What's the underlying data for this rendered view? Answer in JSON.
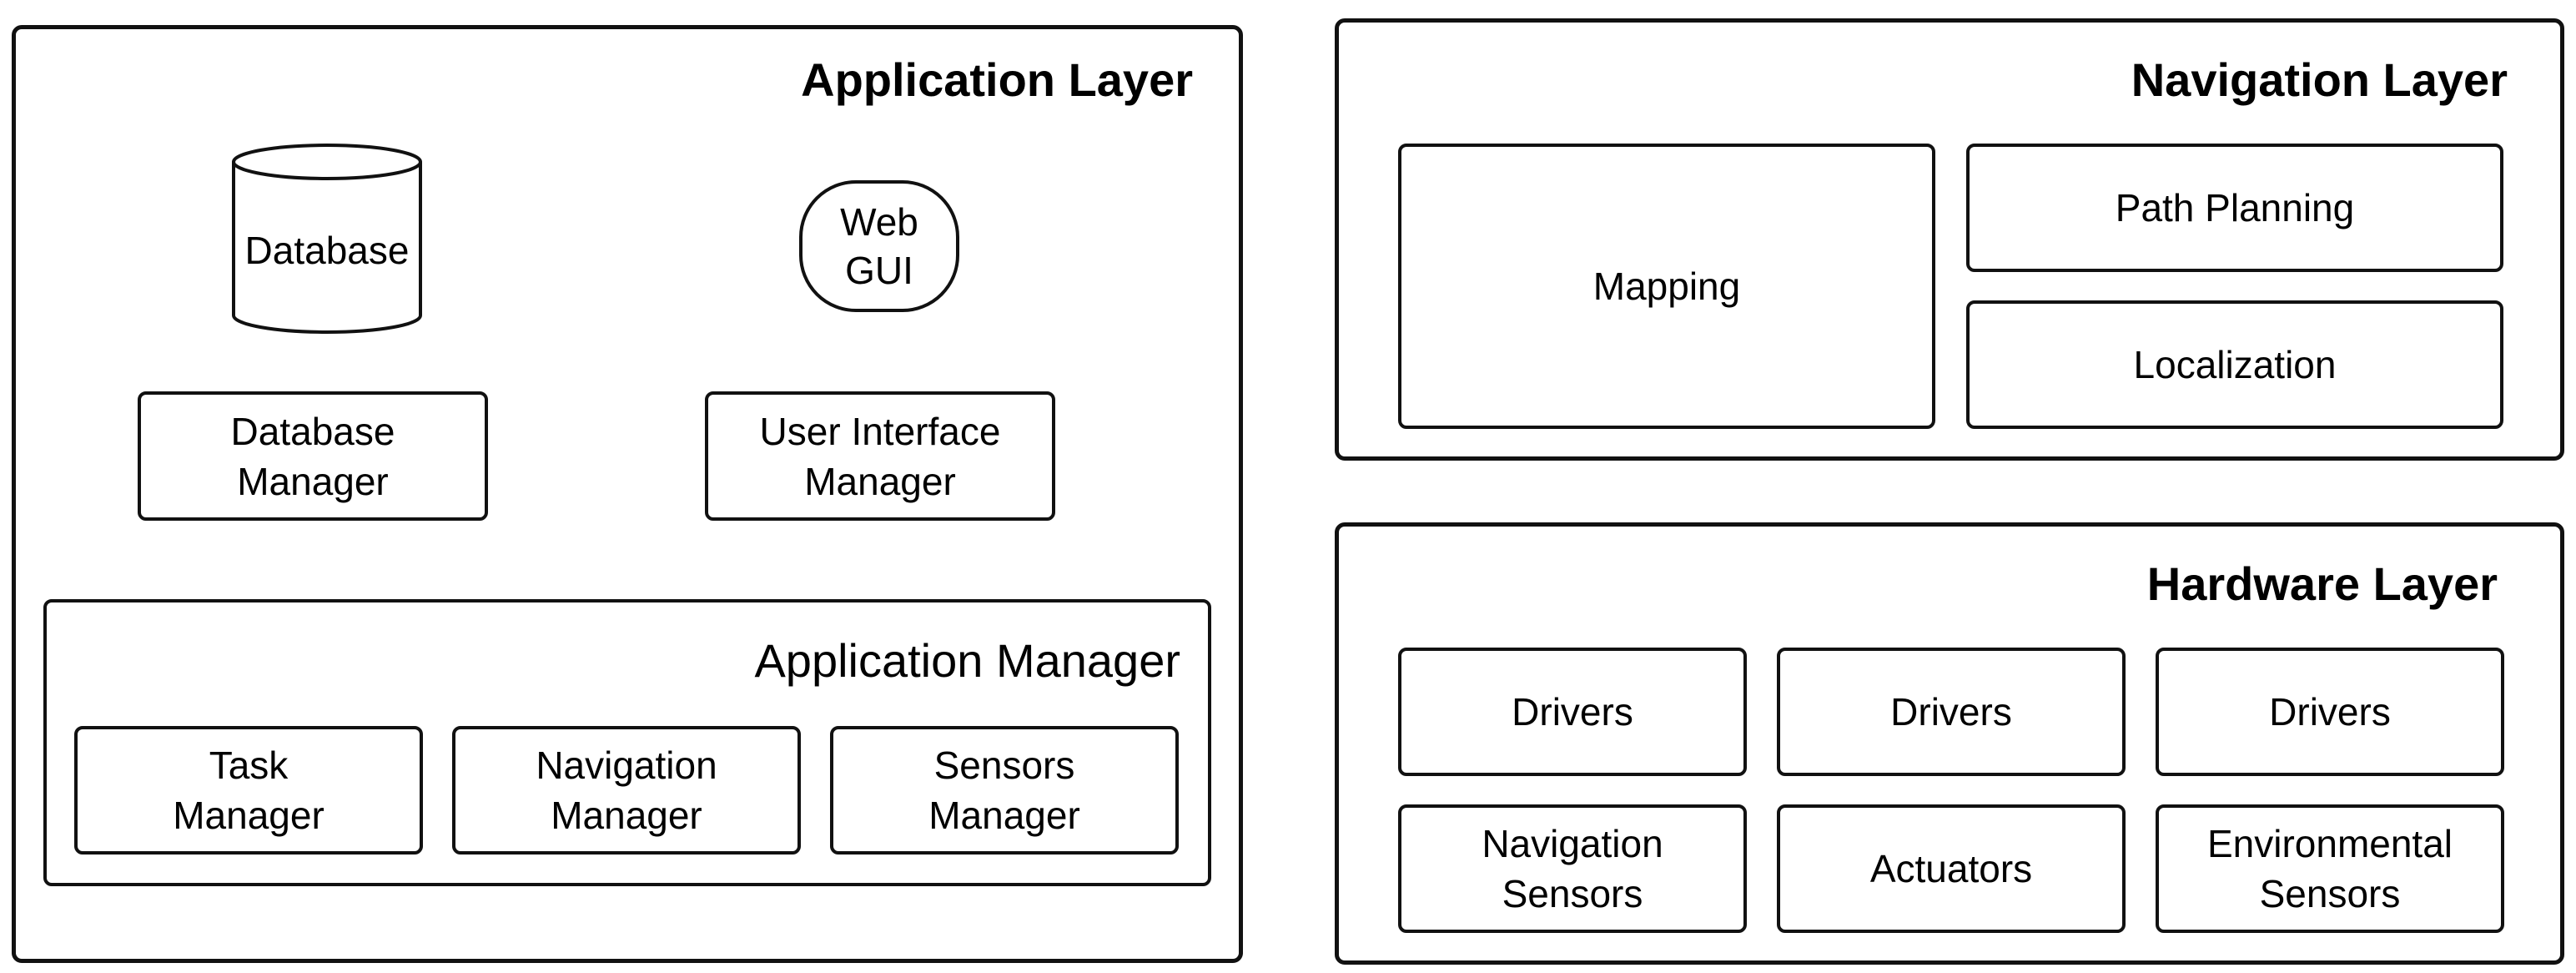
{
  "application_layer": {
    "title": "Application Layer",
    "database_label": "Database",
    "web_gui_label": "Web\nGUI",
    "database_manager_label": "Database\nManager",
    "user_interface_manager_label": "User Interface\nManager",
    "application_manager": {
      "title": "Application Manager",
      "task_manager_label": "Task\nManager",
      "navigation_manager_label": "Navigation\nManager",
      "sensors_manager_label": "Sensors\nManager"
    }
  },
  "navigation_layer": {
    "title": "Navigation Layer",
    "mapping_label": "Mapping",
    "path_planning_label": "Path Planning",
    "localization_label": "Localization"
  },
  "hardware_layer": {
    "title": "Hardware Layer",
    "drivers_1_label": "Drivers",
    "drivers_2_label": "Drivers",
    "drivers_3_label": "Drivers",
    "navigation_sensors_label": "Navigation\nSensors",
    "actuators_label": "Actuators",
    "environmental_sensors_label": "Environmental\nSensors"
  }
}
